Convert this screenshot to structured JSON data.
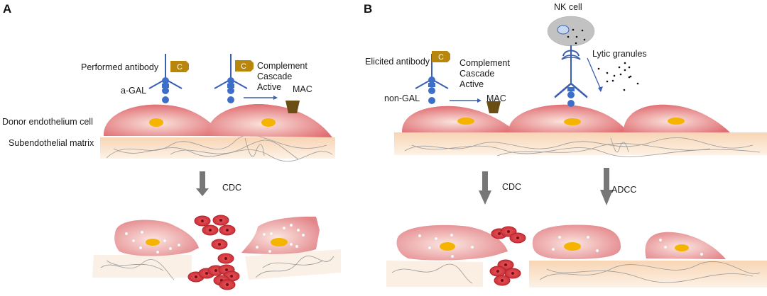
{
  "figure": {
    "panels": [
      {
        "id": "A",
        "label": "A",
        "antibody_label": "Performed antibody",
        "antigen_label": "a-GAL",
        "complement_letter": "C",
        "complement_text": [
          "Complement",
          "Cascade",
          "Active"
        ],
        "mac_label": "MAC",
        "cell_label": "Donor endothelium cell",
        "matrix_label": "Subendothelial matrix",
        "arrows": [
          {
            "label": "CDC"
          }
        ]
      },
      {
        "id": "B",
        "label": "B",
        "antibody_label": "Elicited antibody",
        "antigen_label": "non-GAL",
        "complement_letter": "C",
        "complement_text": [
          "Complement",
          "Cascade",
          "Active"
        ],
        "mac_label": "MAC",
        "nk_label": "NK cell",
        "granules_label": "Lytic granules",
        "arrows": [
          {
            "label": "CDC"
          },
          {
            "label": "ADCC"
          }
        ]
      }
    ],
    "colors": {
      "cell": "#e27a7a",
      "nucleus": "#f5b400",
      "antibody": "#3b5fb0",
      "complement": "#b8860b",
      "mac": "#6b4e16",
      "matrix": "#f8dcc0",
      "arrow": "#777777",
      "rbc": "#d9363e",
      "nk": "#bdbdbd"
    }
  }
}
